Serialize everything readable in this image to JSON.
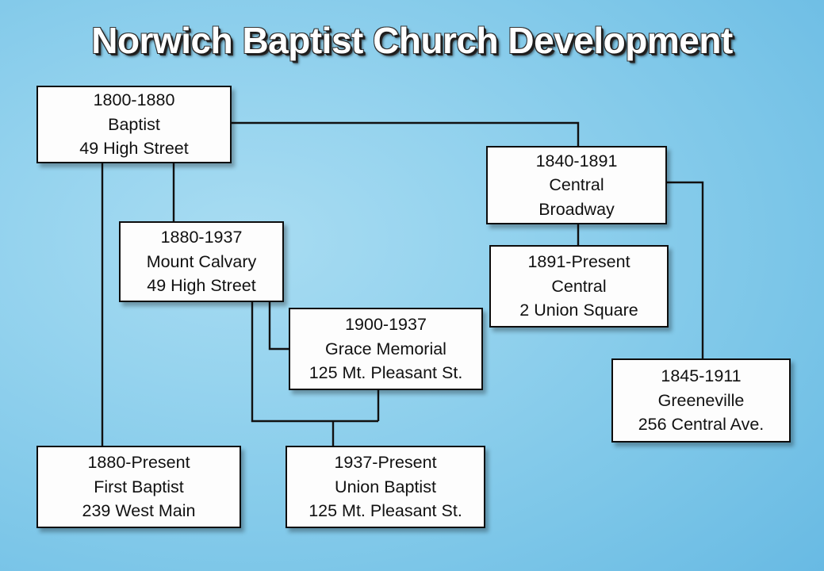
{
  "title": "Norwich Baptist Church Development",
  "colors": {
    "background_light": "#a8dcf2",
    "background_dark": "#57b0de",
    "box_fill": "#fdfdfd",
    "box_border": "#0d0d0d",
    "line": "#111111",
    "title_text": "#ffffff"
  },
  "nodes": [
    {
      "id": "baptist-high-street",
      "years": "1800-1880",
      "name": "Baptist",
      "address": "49 High Street"
    },
    {
      "id": "mount-calvary",
      "years": "1880-1937",
      "name": "Mount Calvary",
      "address": "49 High Street"
    },
    {
      "id": "grace-memorial",
      "years": "1900-1937",
      "name": "Grace Memorial",
      "address": "125 Mt. Pleasant St."
    },
    {
      "id": "central-broadway",
      "years": "1840-1891",
      "name": "Central",
      "address": "Broadway"
    },
    {
      "id": "central-union-square",
      "years": "1891-Present",
      "name": "Central",
      "address": "2 Union Square"
    },
    {
      "id": "greeneville",
      "years": "1845-1911",
      "name": "Greeneville",
      "address": "256 Central Ave."
    },
    {
      "id": "first-baptist",
      "years": "1880-Present",
      "name": "First Baptist",
      "address": "239 West Main"
    },
    {
      "id": "union-baptist",
      "years": "1937-Present",
      "name": "Union Baptist",
      "address": "125 Mt. Pleasant St."
    }
  ],
  "connections": [
    {
      "from": "baptist-high-street",
      "to": "central-broadway"
    },
    {
      "from": "baptist-high-street",
      "to": "mount-calvary"
    },
    {
      "from": "baptist-high-street",
      "to": "first-baptist"
    },
    {
      "from": "mount-calvary",
      "to": "grace-memorial"
    },
    {
      "from": "mount-calvary",
      "to": "union-baptist"
    },
    {
      "from": "grace-memorial",
      "to": "union-baptist"
    },
    {
      "from": "central-broadway",
      "to": "central-union-square"
    },
    {
      "from": "central-broadway",
      "to": "greeneville"
    }
  ]
}
